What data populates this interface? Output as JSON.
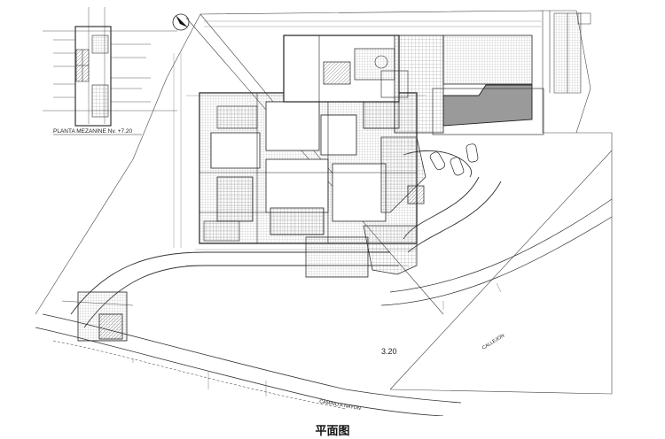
{
  "mezzanine_title": "PLANTA MEZANINE  Nv. +7.20",
  "level_marker": "3.20",
  "road_name": "CAMINO A NAYON",
  "alley_name": "CALLEJON",
  "caption": "平面图"
}
